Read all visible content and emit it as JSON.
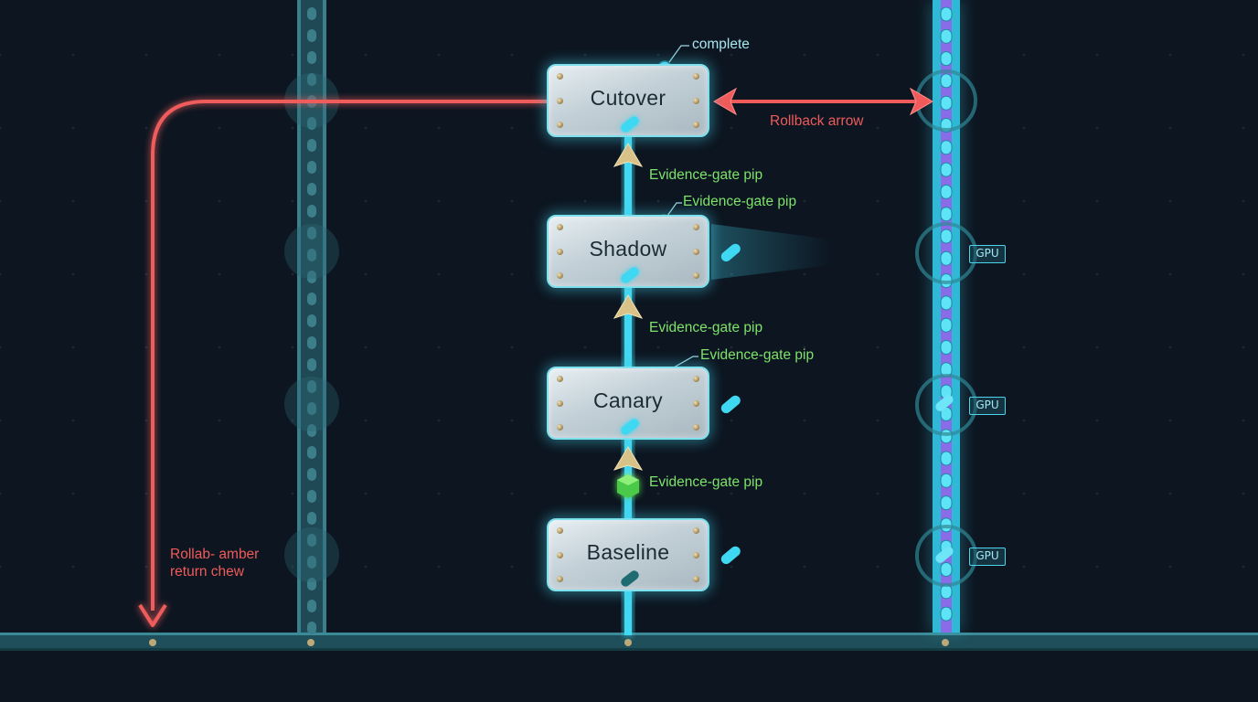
{
  "stages": [
    {
      "id": "cutover",
      "label": "Cutover"
    },
    {
      "id": "shadow",
      "label": "Shadow"
    },
    {
      "id": "canary",
      "label": "Canary"
    },
    {
      "id": "baseline",
      "label": "Baseline"
    }
  ],
  "labels": {
    "complete": "complete",
    "rollback_arrow": "Rollback arrow",
    "gate_1": "Evidence-gate pip",
    "gate_2": "Evidence-gate pip",
    "gate_3": "Evidence-gate pip",
    "gate_4": "Evidence-gate pip",
    "gate_5": "Evidence-gate pip",
    "rollback_return_line1": "Rollab- amber",
    "rollback_return_line2": "return chew"
  },
  "gpu_badges": [
    "GPU",
    "GPU",
    "GPU"
  ],
  "colors": {
    "background": "#0c1520",
    "stage_glow": "#7fe0ee",
    "red_line": "#ef5b5b",
    "gate_green": "#5fe05a",
    "cyan_rail": "#3fd8f2",
    "purple_core": "#8a6be8",
    "teal_rail": "#2a5d68"
  }
}
